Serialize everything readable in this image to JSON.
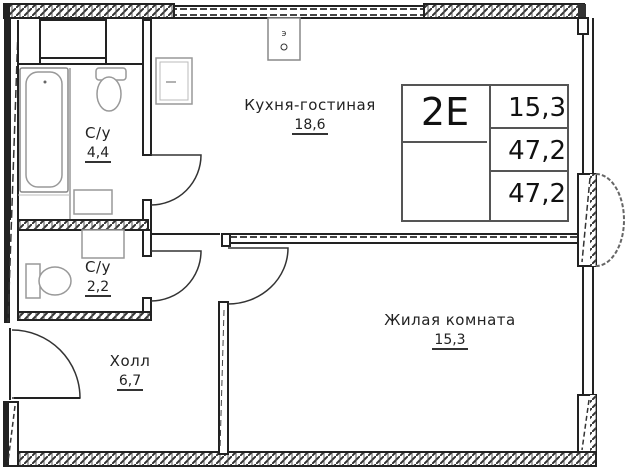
{
  "plan": {
    "type": "apartment-floor-plan",
    "apartment_code": "2E",
    "summary": {
      "living_area": "15,3",
      "total_area": "47,2",
      "total_area_with_balcony": "47,2"
    },
    "rooms": [
      {
        "id": "kitchen-living",
        "name": "Кухня-гостиная",
        "area": "18,6"
      },
      {
        "id": "bathroom-1",
        "name": "С/у",
        "area": "4,4"
      },
      {
        "id": "bathroom-2",
        "name": "С/у",
        "area": "2,2"
      },
      {
        "id": "hall",
        "name": "Холл",
        "area": "6,7"
      },
      {
        "id": "living-room",
        "name": "Жилая комната",
        "area": "15,3"
      }
    ],
    "fixtures": {
      "stove_label": "э\nо"
    },
    "colors": {
      "wall": "#222222",
      "wall_hatch": "#555555",
      "line": "#333333",
      "background": "#ffffff"
    }
  }
}
